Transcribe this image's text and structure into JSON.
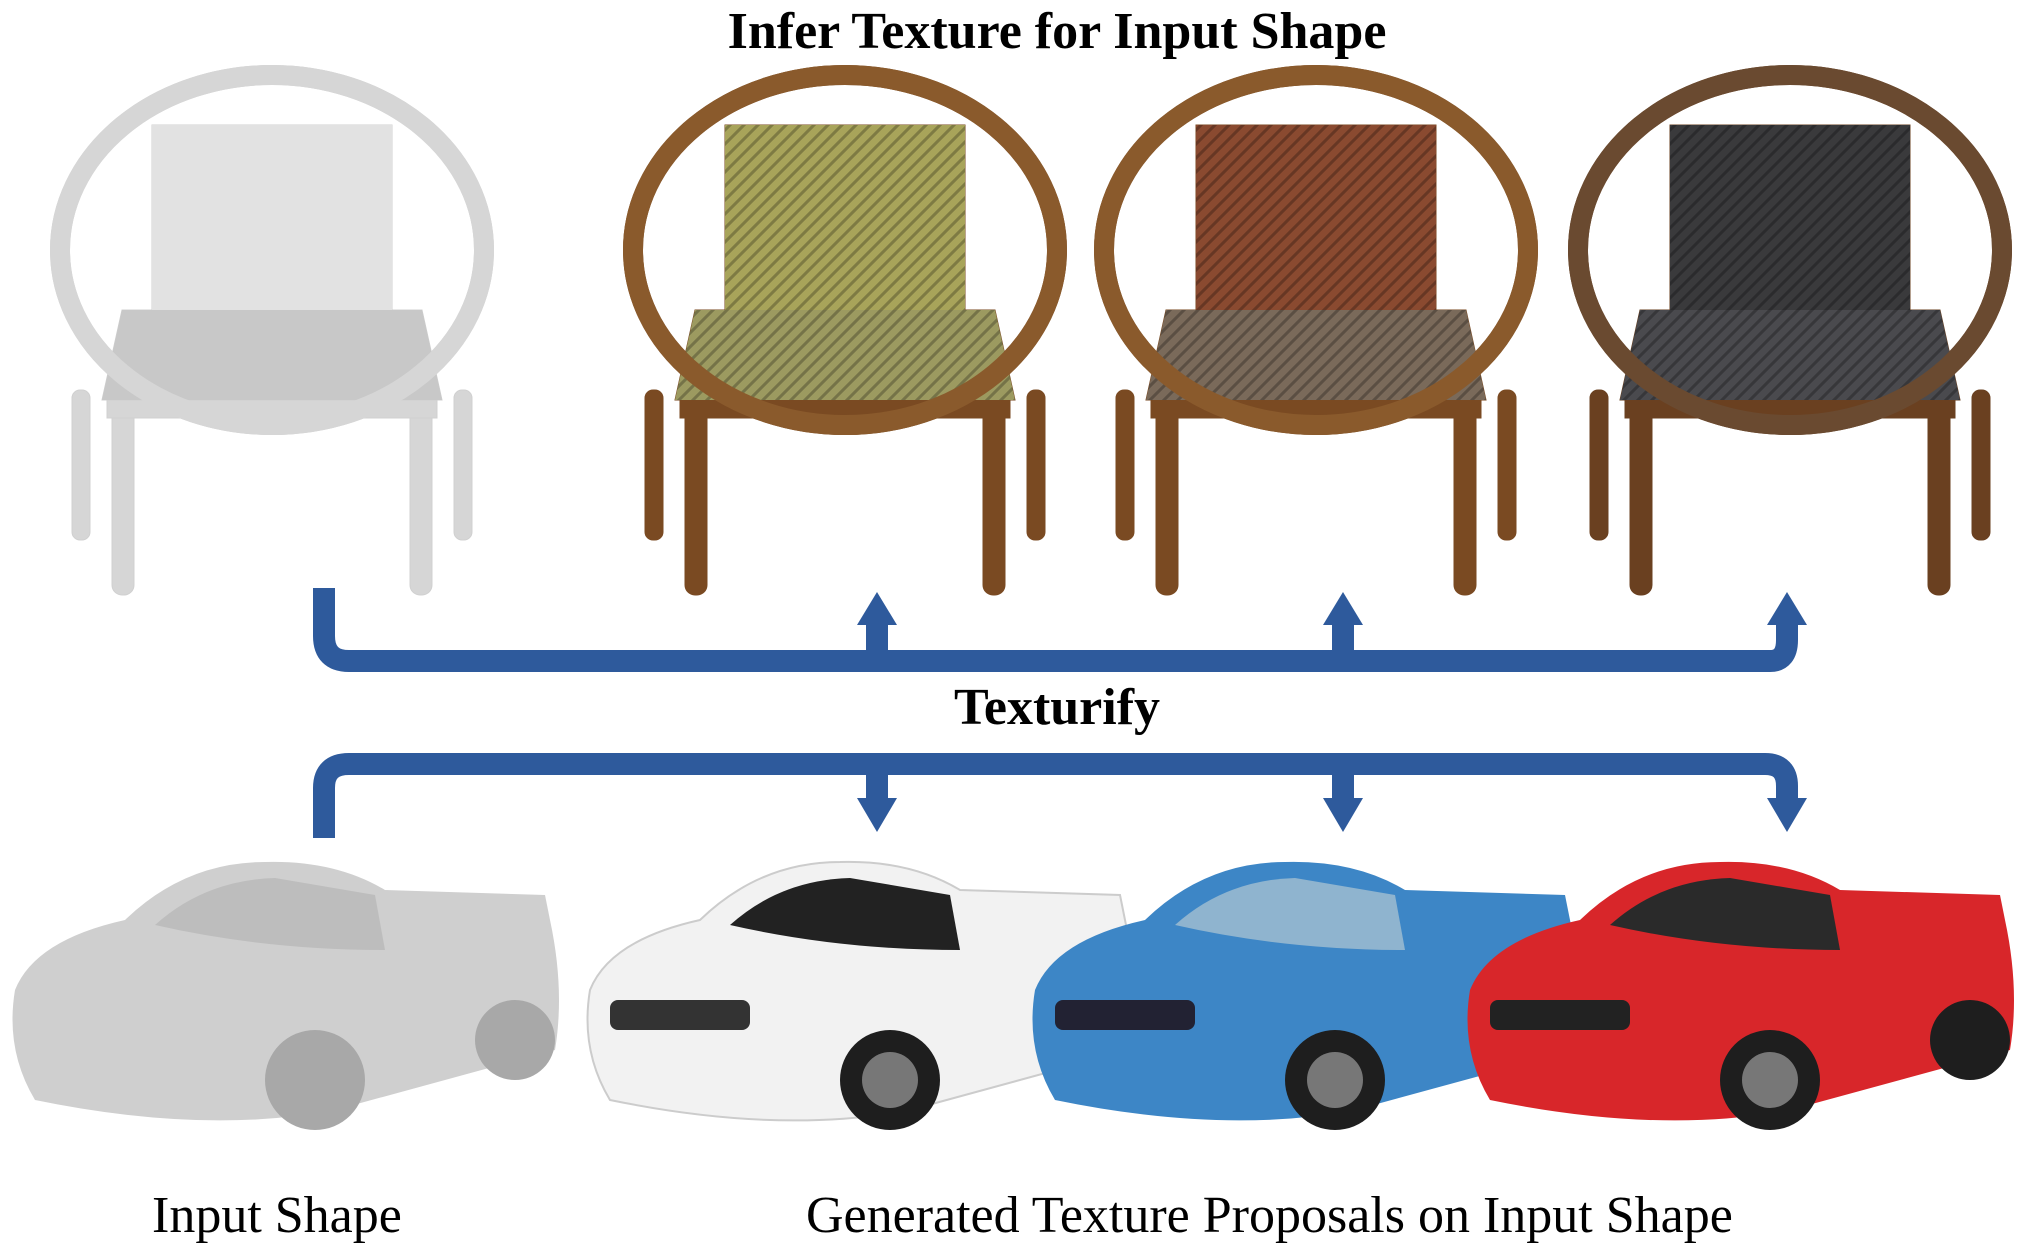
{
  "title_top": "Infer Texture for Input Shape",
  "title_middle": "Texturify",
  "caption_input": "Input Shape",
  "caption_generated": "Generated Texture Proposals on Input Shape",
  "colors": {
    "arrow": "#2e5a9c",
    "chair_input": "#d4d4d4",
    "chair_frame": "#7a4a22",
    "chair_weave": [
      "#a8a45a",
      "#8a4a30",
      "#3a3a3c"
    ],
    "car_input": "#cfcfcf",
    "car_textures": [
      "#f2f2f2",
      "#3d86c6",
      "#d8262a"
    ]
  }
}
